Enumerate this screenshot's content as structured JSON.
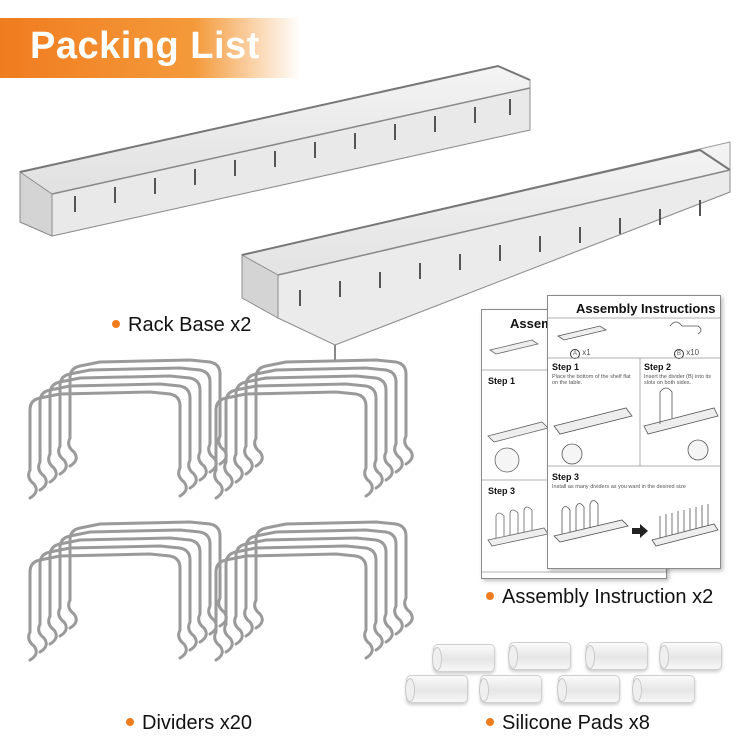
{
  "title": "Packing List",
  "items": [
    {
      "label": "Rack Base x2"
    },
    {
      "label": "Assembly Instruction x2"
    },
    {
      "label": "Dividers x20"
    },
    {
      "label": "Silicone Pads x8"
    }
  ],
  "accent_color": "#f07c1f",
  "instructions": {
    "title": "Assembly Instructions",
    "title_partial": "Assem",
    "part_a": "x1",
    "part_b": "x10",
    "step1": "Step 1",
    "step2": "Step 2",
    "step3": "Step 3",
    "step1_text": "Place the bottom of the shelf flat on the table.",
    "step2_text": "Insert the divider (B) into its slots on both sides.",
    "step3_text": "Install as many dividers as you want in the desired size"
  }
}
